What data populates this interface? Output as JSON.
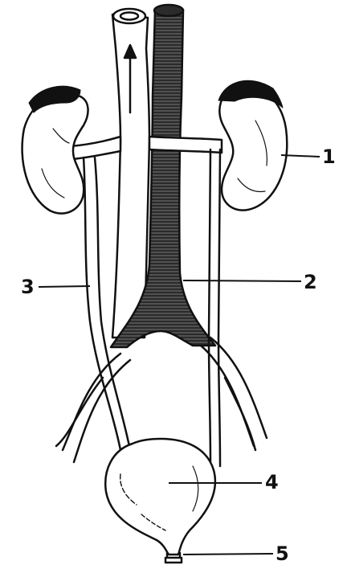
{
  "figure": {
    "labels": {
      "kidney": "1",
      "aorta": "2",
      "ureter": "3",
      "bladder": "4",
      "urethra": "5"
    },
    "colors": {
      "ink": "#111111",
      "dark_fill": "#2b2b2b",
      "paper": "#ffffff"
    }
  }
}
